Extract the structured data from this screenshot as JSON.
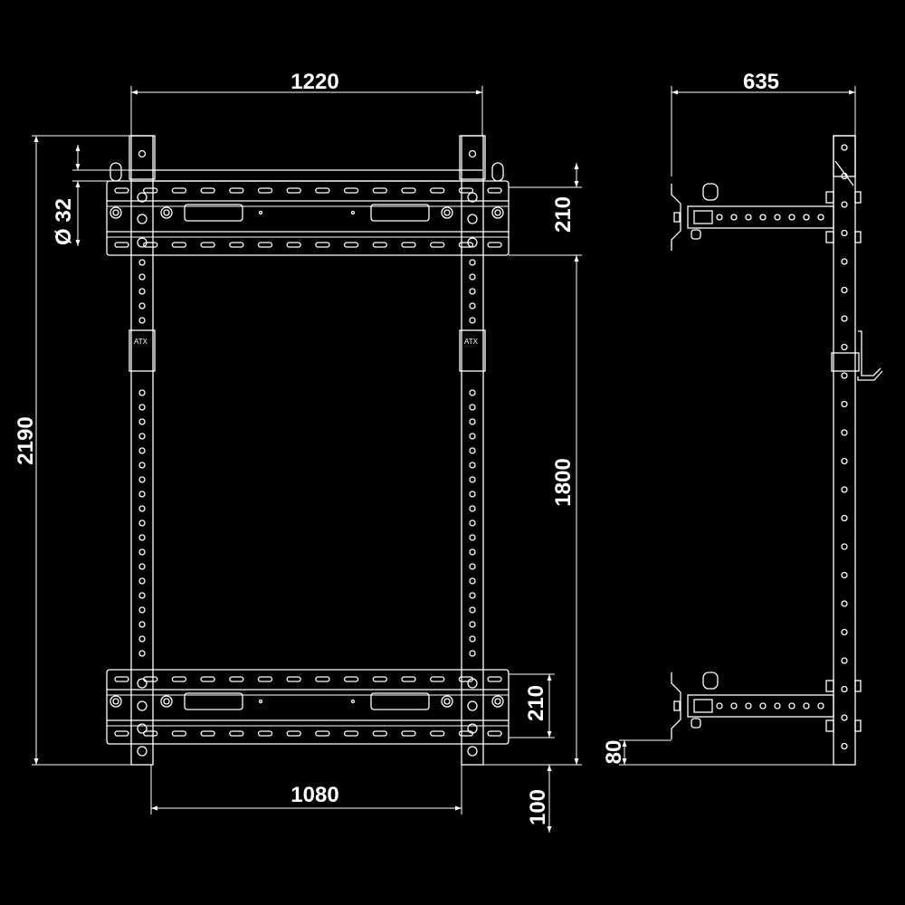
{
  "drawing": {
    "background_color": "#000000",
    "line_color": "#ffffff",
    "views": [
      "front",
      "side"
    ],
    "brand_mark": "ATX",
    "dimensions": {
      "overall_width": "1220",
      "overall_height": "2190",
      "tube_diameter": "Ø 32",
      "top_plate_height": "210",
      "upright_spacing_height": "1800",
      "bottom_plate_height": "210",
      "bottom_offset": "100",
      "inner_width": "1080",
      "depth": "635",
      "arm_offset": "80"
    }
  }
}
